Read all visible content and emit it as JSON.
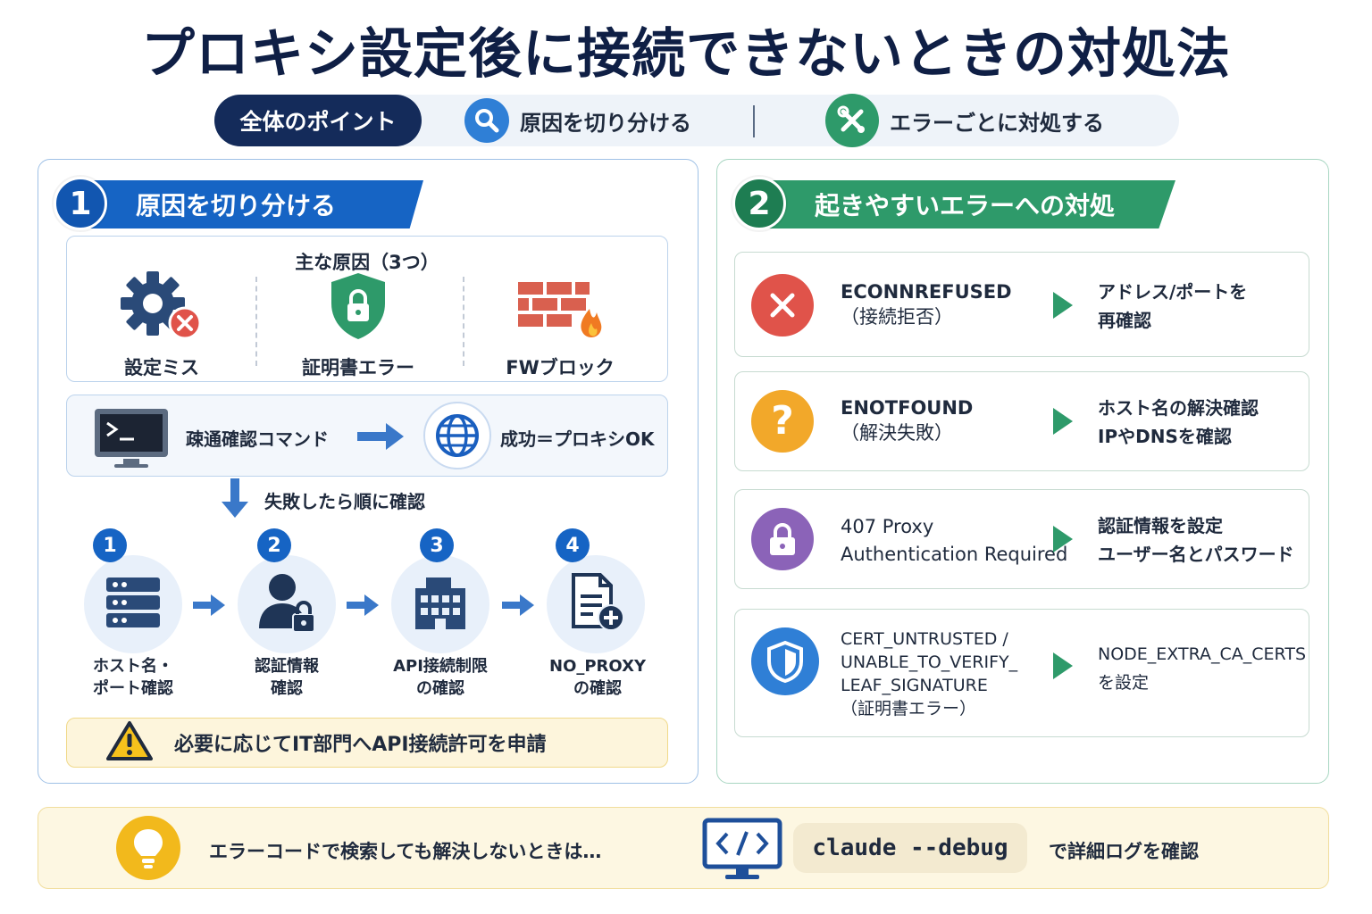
{
  "title": "プロキシ設定後に接続できないときの対処法",
  "summary": {
    "label": "全体のポイント",
    "point1": "原因を切り分ける",
    "point2": "エラーごとに対処する"
  },
  "section1": {
    "number": "1",
    "heading": "原因を切り分ける",
    "causes_title": "主な原因（3つ）",
    "causes": [
      "設定ミス",
      "証明書エラー",
      "FWブロック"
    ],
    "command_label": "疎通確認コマンド",
    "success_label": "成功＝プロキシOK",
    "fail_label": "失敗したら順に確認",
    "steps": [
      {
        "num": "1",
        "line1": "ホスト名・",
        "line2": "ポート確認"
      },
      {
        "num": "2",
        "line1": "認証情報",
        "line2": "確認"
      },
      {
        "num": "3",
        "line1": "API接続制限",
        "line2": "の確認"
      },
      {
        "num": "4",
        "line1": "NO_PROXY",
        "line2": "の確認"
      }
    ],
    "note": "必要に応じてIT部門へAPI接続許可を申請"
  },
  "section2": {
    "number": "2",
    "heading": "起きやすいエラーへの対処",
    "errors": [
      {
        "line1": "ECONNREFUSED",
        "line2": "（接続拒否）",
        "fix1": "アドレス/ポートを",
        "fix2": "再確認"
      },
      {
        "line1": "ENOTFOUND",
        "line2": "（解決失敗）",
        "fix1": "ホスト名の解決確認",
        "fix2": "IPやDNSを確認"
      },
      {
        "line1": "407 Proxy",
        "line2": "Authentication Required",
        "fix1": "認証情報を設定",
        "fix2": "ユーザー名とパスワード"
      },
      {
        "line1": "CERT_UNTRUSTED /",
        "line2": "UNABLE_TO_VERIFY_",
        "line3": "LEAF_SIGNATURE",
        "line4": "（証明書エラー）",
        "fix1": "NODE_EXTRA_CA_CERTS",
        "fix2": "を設定"
      }
    ]
  },
  "footer": {
    "hint": "エラーコードで検索しても解決しないときは…",
    "command": "claude --debug",
    "suffix": "で詳細ログを確認"
  },
  "colors": {
    "navy": "#142b5a",
    "blue": "#1664c4",
    "green": "#2e9a6a",
    "red": "#e0534a",
    "orange": "#f2a82a",
    "purple": "#8b63b8",
    "yellow": "#f2b91c"
  },
  "icons": [
    "search-icon",
    "tools-icon",
    "gear-icon",
    "shield-lock-icon",
    "brick-wall-icon",
    "terminal-icon",
    "globe-icon",
    "server-icon",
    "user-lock-icon",
    "building-icon",
    "document-add-icon",
    "warning-icon",
    "close-icon",
    "question-icon",
    "lock-icon",
    "shield-icon",
    "lightbulb-icon",
    "code-monitor-icon"
  ]
}
